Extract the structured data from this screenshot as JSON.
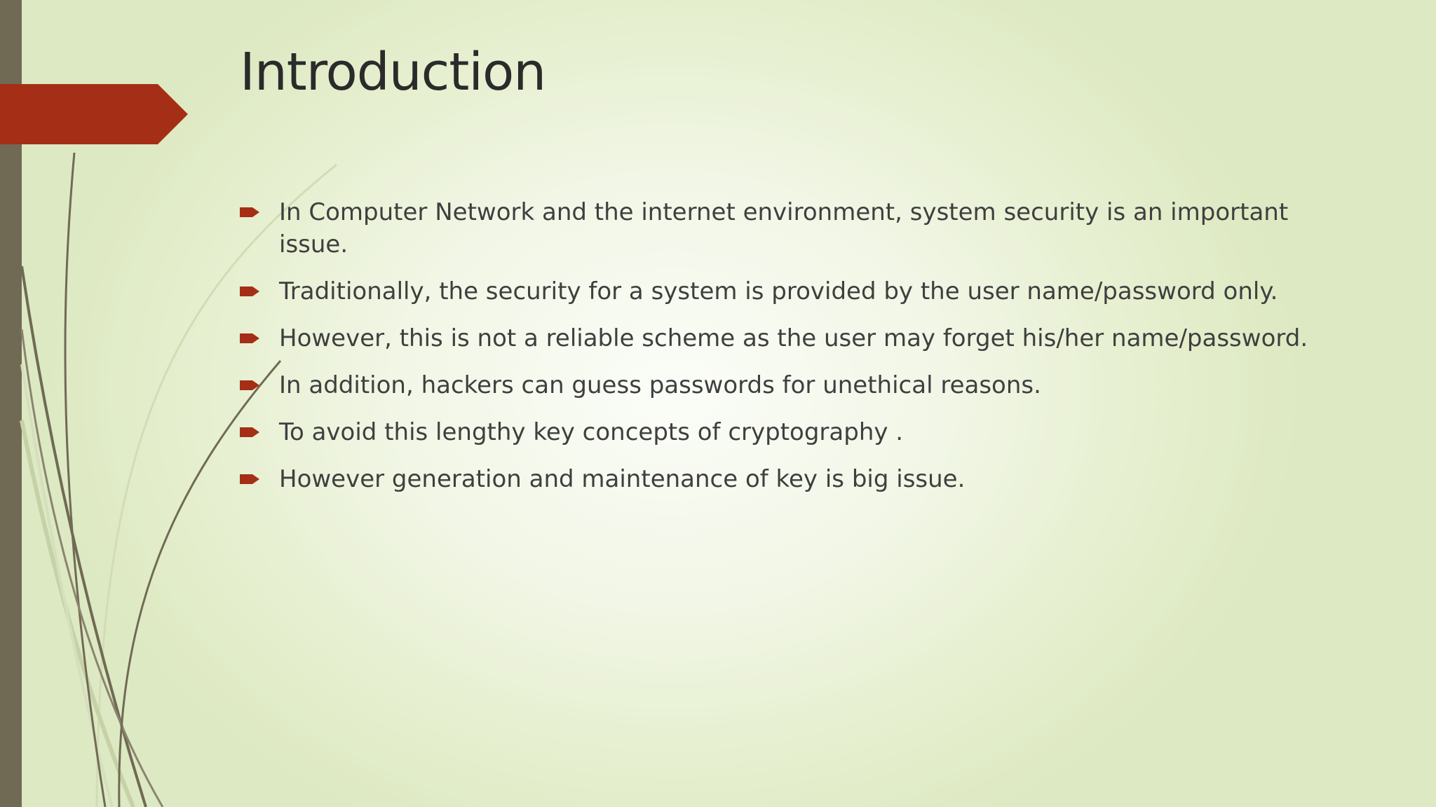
{
  "slide": {
    "title": "Introduction",
    "bullets": [
      {
        "text": "In Computer Network and the internet environment, system security is an important issue."
      },
      {
        "text": "Traditionally, the security for a system is provided by the user name/password only."
      },
      {
        "text": "However, this is not a reliable scheme as the user may forget his/her name/password."
      },
      {
        "text": "In addition, hackers can guess passwords for unethical reasons."
      },
      {
        "text": "To avoid this lengthy key concepts of cryptography ."
      },
      {
        "text": "However generation and maintenance of key is big issue."
      }
    ]
  },
  "theme": {
    "accent": "#a52e17",
    "bar": "#706a55",
    "bullet_icon": "arrow-bullet-icon"
  }
}
